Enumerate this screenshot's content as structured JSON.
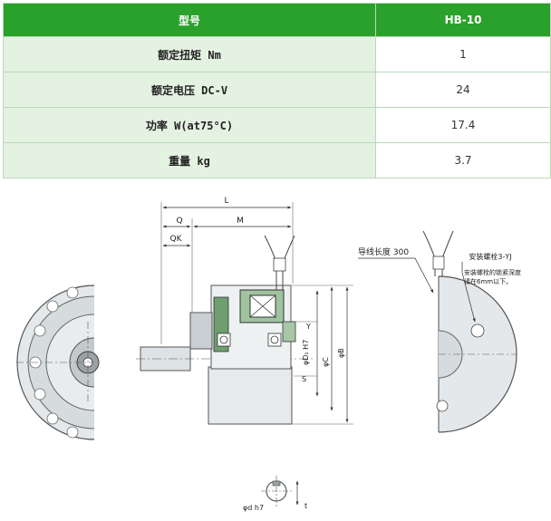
{
  "spec_table": {
    "header": {
      "model_label": "型号",
      "model_value": "HB-10"
    },
    "rows": [
      {
        "label": "额定扭矩 Nm",
        "value": "1"
      },
      {
        "label": "额定电压 DC-V",
        "value": "24"
      },
      {
        "label": "功率 W(at75°C)",
        "value": "17.4"
      },
      {
        "label": "重量 kg",
        "value": "3.7"
      }
    ]
  },
  "drawing": {
    "dim_L": "L",
    "dim_Q": "Q",
    "dim_M": "M",
    "dim_QK": "QK",
    "dim_Y": "Y",
    "dim_S": "S",
    "dim_D": "φD₁ H7",
    "dim_C": "φC",
    "dim_B": "φB",
    "lead_length": "导线长度 300",
    "mount_bolt": "安装螺栓3-YJ",
    "mount_note_1": "安装螺栓的锁紧深度",
    "mount_note_2": "请在6mm以下。",
    "dim_d": "φd h7",
    "dim_t": "t"
  }
}
